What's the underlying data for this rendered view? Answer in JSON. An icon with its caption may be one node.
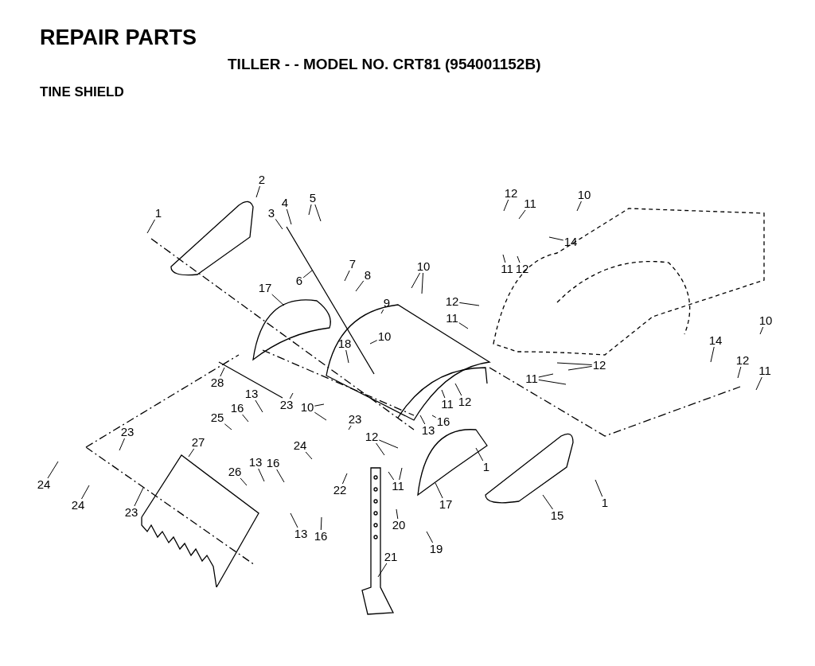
{
  "diagram": {
    "title": "REPAIR PARTS",
    "nodes": [
      {
        "text": [
          "1"
        ]
      },
      {
        "text": [
          "2"
        ]
      },
      {
        "text": [
          "3"
        ]
      },
      {
        "text": [
          "4"
        ]
      },
      {
        "text": [
          "5"
        ]
      },
      {
        "text": [
          "6"
        ]
      },
      {
        "text": [
          "7"
        ]
      },
      {
        "text": [
          "8"
        ]
      },
      {
        "text": [
          "9"
        ]
      },
      {
        "text": [
          "10"
        ]
      },
      {
        "text": [
          "17"
        ]
      },
      {
        "text": [
          "12"
        ]
      },
      {
        "text": [
          "11"
        ]
      },
      {
        "text": [
          "10"
        ]
      },
      {
        "text": [
          "18"
        ]
      },
      {
        "text": [
          "28"
        ]
      },
      {
        "text": [
          "13"
        ]
      },
      {
        "text": [
          "16"
        ]
      },
      {
        "text": [
          "25"
        ]
      },
      {
        "text": [
          "10"
        ]
      },
      {
        "text": [
          "23"
        ]
      },
      {
        "text": [
          "23"
        ]
      },
      {
        "text": [
          "11"
        ]
      },
      {
        "text": [
          "12"
        ]
      },
      {
        "text": [
          "13"
        ]
      },
      {
        "text": [
          "16"
        ]
      },
      {
        "text": [
          "12"
        ]
      },
      {
        "text": [
          "24"
        ]
      },
      {
        "text": [
          "23"
        ]
      },
      {
        "text": [
          "27"
        ]
      },
      {
        "text": [
          "11"
        ]
      },
      {
        "text": [
          "1"
        ]
      },
      {
        "text": [
          "24"
        ]
      },
      {
        "text": [
          "22"
        ]
      },
      {
        "text": [
          "26"
        ]
      },
      {
        "text": [
          "13"
        ]
      },
      {
        "text": [
          "16"
        ]
      },
      {
        "text": [
          "23"
        ]
      },
      {
        "text": [
          "24"
        ]
      },
      {
        "text": [
          "17"
        ]
      },
      {
        "text": [
          "15"
        ]
      },
      {
        "text": [
          "1"
        ]
      },
      {
        "text": [
          "13"
        ]
      },
      {
        "text": [
          "16"
        ]
      },
      {
        "text": [
          "20"
        ]
      },
      {
        "text": [
          "19"
        ]
      },
      {
        "text": [
          "21"
        ]
      },
      {
        "text": [
          "12"
        ]
      },
      {
        "text": [
          "11"
        ]
      },
      {
        "text": [
          "10"
        ]
      },
      {
        "text": [
          "14"
        ]
      },
      {
        "text": [
          "11"
        ]
      },
      {
        "text": [
          "12"
        ]
      },
      {
        "text": [
          "10"
        ]
      },
      {
        "text": [
          "14"
        ]
      },
      {
        "text": [
          "12"
        ]
      },
      {
        "text": [
          "11"
        ]
      },
      {
        "text": [
          "12"
        ]
      },
      {
        "text": [
          "11"
        ]
      }
    ],
    "edges": [
      {
        "from": 0,
        "to": null,
        "arrow": "none"
      },
      {
        "from": 1,
        "to": null,
        "arrow": "none"
      },
      {
        "from": 2,
        "to": null,
        "arrow": "none"
      },
      {
        "from": 3,
        "to": null,
        "arrow": "none"
      },
      {
        "from": 4,
        "to": null,
        "arrow": "none"
      },
      {
        "from": 4,
        "to": null,
        "arrow": "none"
      },
      {
        "from": 5,
        "to": null,
        "arrow": "none"
      },
      {
        "from": 6,
        "to": null,
        "arrow": "none"
      },
      {
        "from": 7,
        "to": null,
        "arrow": "none"
      },
      {
        "from": 8,
        "to": null,
        "arrow": "none"
      },
      {
        "from": 9,
        "to": null,
        "arrow": "none"
      },
      {
        "from": 9,
        "to": null,
        "arrow": "none"
      },
      {
        "from": 10,
        "to": null,
        "arrow": "none"
      },
      {
        "from": 11,
        "to": null,
        "arrow": "none"
      },
      {
        "from": 12,
        "to": null,
        "arrow": "none"
      },
      {
        "from": 13,
        "to": null,
        "arrow": "none"
      },
      {
        "from": 14,
        "to": null,
        "arrow": "none"
      },
      {
        "from": 15,
        "to": null,
        "arrow": "none"
      },
      {
        "from": 16,
        "to": null,
        "arrow": "none"
      },
      {
        "from": 17,
        "to": null,
        "arrow": "none"
      },
      {
        "from": 18,
        "to": null,
        "arrow": "none"
      },
      {
        "from": 19,
        "to": null,
        "arrow": "none"
      },
      {
        "from": 19,
        "to": null,
        "arrow": "none"
      },
      {
        "from": 20,
        "to": null,
        "arrow": "none"
      },
      {
        "from": 21,
        "to": null,
        "arrow": "none"
      },
      {
        "from": 22,
        "to": null,
        "arrow": "none"
      },
      {
        "from": 23,
        "to": null,
        "arrow": "none"
      },
      {
        "from": 24,
        "to": null,
        "arrow": "none"
      },
      {
        "from": 25,
        "to": null,
        "arrow": "none"
      },
      {
        "from": 26,
        "to": null,
        "arrow": "none"
      },
      {
        "from": 26,
        "to": null,
        "arrow": "none"
      },
      {
        "from": 27,
        "to": null,
        "arrow": "none"
      },
      {
        "from": 28,
        "to": null,
        "arrow": "none"
      },
      {
        "from": 29,
        "to": null,
        "arrow": "none"
      },
      {
        "from": 30,
        "to": null,
        "arrow": "none"
      },
      {
        "from": 30,
        "to": null,
        "arrow": "none"
      },
      {
        "from": 31,
        "to": null,
        "arrow": "none"
      },
      {
        "from": 32,
        "to": null,
        "arrow": "none"
      },
      {
        "from": 33,
        "to": null,
        "arrow": "none"
      },
      {
        "from": 34,
        "to": null,
        "arrow": "none"
      },
      {
        "from": 35,
        "to": null,
        "arrow": "none"
      },
      {
        "from": 36,
        "to": null,
        "arrow": "none"
      },
      {
        "from": 37,
        "to": null,
        "arrow": "none"
      },
      {
        "from": 38,
        "to": null,
        "arrow": "none"
      },
      {
        "from": 39,
        "to": null,
        "arrow": "none"
      },
      {
        "from": 40,
        "to": null,
        "arrow": "none"
      },
      {
        "from": 41,
        "to": null,
        "arrow": "none"
      },
      {
        "from": 42,
        "to": null,
        "arrow": "none"
      },
      {
        "from": 43,
        "to": null,
        "arrow": "none"
      },
      {
        "from": 44,
        "to": null,
        "arrow": "none"
      },
      {
        "from": 45,
        "to": null,
        "arrow": "none"
      },
      {
        "from": 46,
        "to": null,
        "arrow": "none"
      },
      {
        "from": 47,
        "to": null,
        "arrow": "none"
      },
      {
        "from": 48,
        "to": null,
        "arrow": "none"
      },
      {
        "from": 49,
        "to": null,
        "arrow": "none"
      },
      {
        "from": 50,
        "to": null,
        "arrow": "none"
      },
      {
        "from": 51,
        "to": null,
        "arrow": "none"
      },
      {
        "from": 52,
        "to": null,
        "arrow": "none"
      },
      {
        "from": 53,
        "to": null,
        "arrow": "none"
      },
      {
        "from": 54,
        "to": null,
        "arrow": "none"
      },
      {
        "from": 55,
        "to": null,
        "arrow": "none"
      },
      {
        "from": 55,
        "to": null,
        "arrow": "none"
      },
      {
        "from": 56,
        "to": null,
        "arrow": "none"
      },
      {
        "from": 56,
        "to": null,
        "arrow": "none"
      },
      {
        "from": 57,
        "to": null,
        "arrow": "none"
      },
      {
        "from": 58,
        "to": null,
        "arrow": "none"
      }
    ],
    "labels": [
      "TILLER - - MODEL NO. CRT81 (954001152B)",
      "TINE SHIELD"
    ]
  }
}
